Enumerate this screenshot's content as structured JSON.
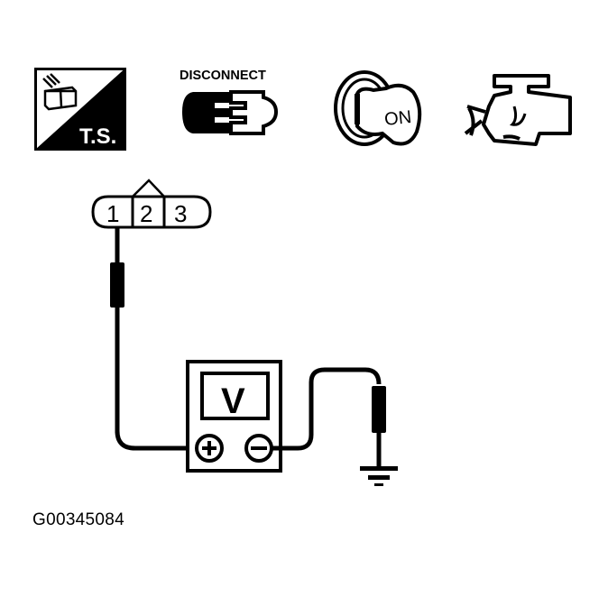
{
  "icons": [
    {
      "name": "troubleshooting-icon",
      "label": "T.S."
    },
    {
      "name": "disconnect-icon",
      "label": "DISCONNECT"
    },
    {
      "name": "ignition-on-icon",
      "label": "ON"
    },
    {
      "name": "engine-icon",
      "label": ""
    }
  ],
  "connector": {
    "terminals": [
      "1",
      "2",
      "3"
    ],
    "probed_terminal": "1"
  },
  "voltmeter": {
    "display": "V",
    "positive_terminal": "+",
    "negative_terminal": "−"
  },
  "ground": {
    "symbol": "ground"
  },
  "figure_id": "G00345084",
  "colors": {
    "ink": "#000000",
    "background": "#ffffff"
  }
}
